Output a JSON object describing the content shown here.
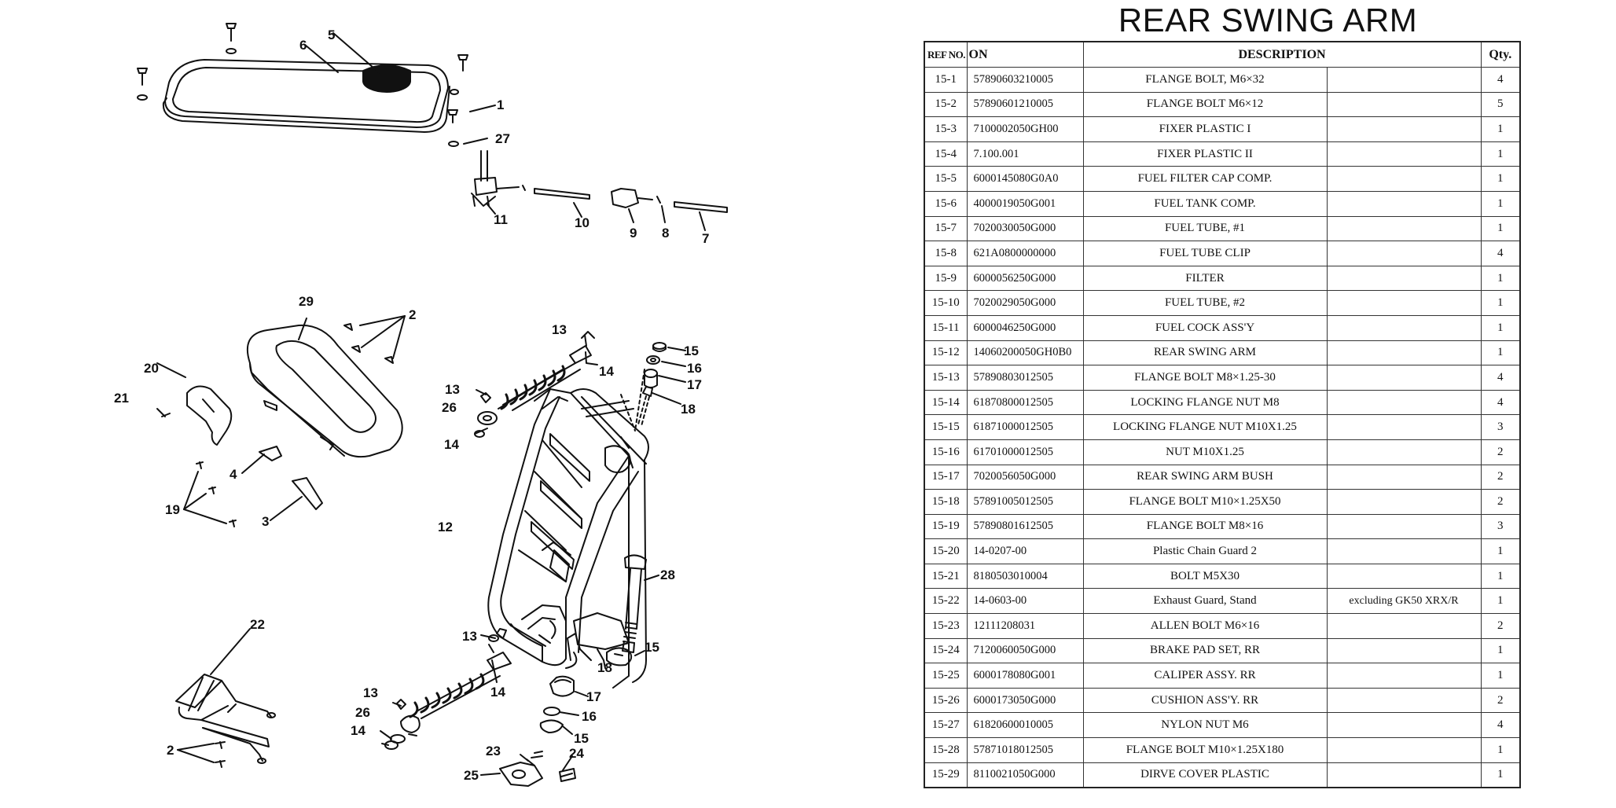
{
  "title": "REAR SWING ARM",
  "table": {
    "headers": {
      "ref": "REF NO.",
      "part_no": "ON",
      "description": "DESCRIPTION",
      "qty": "Qty."
    },
    "rows": [
      {
        "ref": "15-1",
        "part_no": "57890603210005",
        "description": "FLANGE BOLT, M6×32",
        "note": "",
        "qty": "4"
      },
      {
        "ref": "15-2",
        "part_no": "57890601210005",
        "description": "FLANGE BOLT   M6×12",
        "note": "",
        "qty": "5"
      },
      {
        "ref": "15-3",
        "part_no": "7100002050GH00",
        "description": "FIXER PLASTIC   I",
        "note": "",
        "qty": "1"
      },
      {
        "ref": "15-4",
        "part_no": "7.100.001",
        "description": "FIXER PLASTIC  II",
        "note": "",
        "qty": "1"
      },
      {
        "ref": "15-5",
        "part_no": "6000145080G0A0",
        "description": "FUEL FILTER CAP COMP.",
        "note": "",
        "qty": "1"
      },
      {
        "ref": "15-6",
        "part_no": "4000019050G001",
        "description": "FUEL TANK COMP.",
        "note": "",
        "qty": "1"
      },
      {
        "ref": "15-7",
        "part_no": "7020030050G000",
        "description": "FUEL TUBE,  #1",
        "note": "",
        "qty": "1"
      },
      {
        "ref": "15-8",
        "part_no": "621A0800000000",
        "description": "FUEL TUBE CLIP",
        "note": "",
        "qty": "4"
      },
      {
        "ref": "15-9",
        "part_no": "6000056250G000",
        "description": "FILTER",
        "note": "",
        "qty": "1"
      },
      {
        "ref": "15-10",
        "part_no": "7020029050G000",
        "description": "FUEL TUBE,  #2",
        "note": "",
        "qty": "1"
      },
      {
        "ref": "15-11",
        "part_no": "6000046250G000",
        "description": "FUEL COCK ASS'Y",
        "note": "",
        "qty": "1"
      },
      {
        "ref": "15-12",
        "part_no": "14060200050GH0B0",
        "description": "REAR SWING ARM",
        "note": "",
        "qty": "1"
      },
      {
        "ref": "15-13",
        "part_no": "57890803012505",
        "description": "FLANGE BOLT   M8×1.25-30",
        "note": "",
        "qty": "4"
      },
      {
        "ref": "15-14",
        "part_no": "61870800012505",
        "description": "LOCKING FLANGE NUT  M8",
        "note": "",
        "qty": "4"
      },
      {
        "ref": "15-15",
        "part_no": "61871000012505",
        "description": "LOCKING FLANGE NUT    M10X1.25",
        "note": "",
        "qty": "3"
      },
      {
        "ref": "15-16",
        "part_no": "61701000012505",
        "description": "NUT    M10X1.25",
        "note": "",
        "qty": "2"
      },
      {
        "ref": "15-17",
        "part_no": "7020056050G000",
        "description": "REAR SWING ARM BUSH",
        "note": "",
        "qty": "2"
      },
      {
        "ref": "15-18",
        "part_no": "57891005012505",
        "description": "FLANGE BOLT   M10×1.25X50",
        "note": "",
        "qty": "2"
      },
      {
        "ref": "15-19",
        "part_no": "57890801612505",
        "description": "FLANGE BOLT   M8×16",
        "note": "",
        "qty": "3"
      },
      {
        "ref": "15-20",
        "part_no": "14-0207-00",
        "description": "Plastic Chain Guard 2",
        "note": "",
        "qty": "1"
      },
      {
        "ref": "15-21",
        "part_no": "8180503010004",
        "description": "BOLT  M5X30",
        "note": "",
        "qty": "1"
      },
      {
        "ref": "15-22",
        "part_no": "14-0603-00",
        "description": "Exhaust Guard, Stand",
        "note": "excluding GK50 XRX/R",
        "qty": "1"
      },
      {
        "ref": "15-23",
        "part_no": "12111208031",
        "description": "ALLEN BOLT    M6×16",
        "note": "",
        "qty": "2"
      },
      {
        "ref": "15-24",
        "part_no": "7120060050G000",
        "description": "BRAKE PAD SET, RR",
        "note": "",
        "qty": "1"
      },
      {
        "ref": "15-25",
        "part_no": "6000178080G001",
        "description": "CALIPER ASSY. RR",
        "note": "",
        "qty": "1"
      },
      {
        "ref": "15-26",
        "part_no": "6000173050G000",
        "description": "CUSHION ASS'Y. RR",
        "note": "",
        "qty": "2"
      },
      {
        "ref": "15-27",
        "part_no": "61820600010005",
        "description": "NYLON NUT M6",
        "note": "",
        "qty": "4"
      },
      {
        "ref": "15-28",
        "part_no": "57871018012505",
        "description": "FLANGE BOLT   M10×1.25X180",
        "note": "",
        "qty": "1"
      },
      {
        "ref": "15-29",
        "part_no": "8110021050G000",
        "description": "DIRVE COVER PLASTIC",
        "note": "",
        "qty": "1"
      }
    ]
  },
  "diagram": {
    "callouts": [
      "5",
      "6",
      "1",
      "27",
      "11",
      "10",
      "9",
      "8",
      "7",
      "29",
      "2",
      "20",
      "21",
      "4",
      "19",
      "3",
      "13",
      "14",
      "26",
      "15",
      "16",
      "17",
      "18",
      "12",
      "28",
      "22",
      "23",
      "24",
      "25"
    ]
  }
}
